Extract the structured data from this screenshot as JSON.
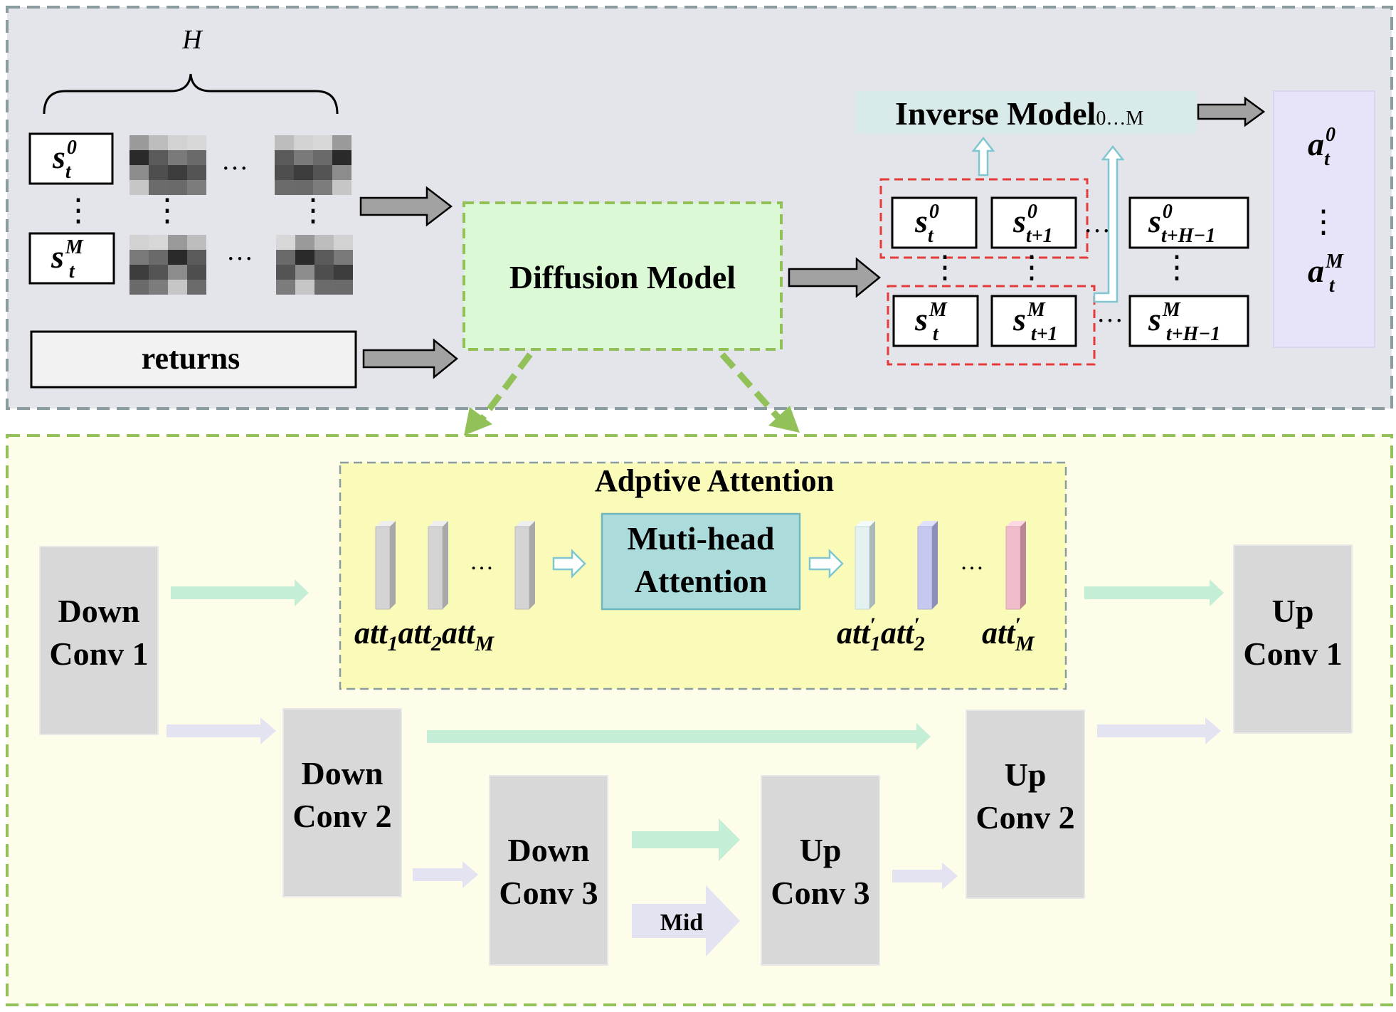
{
  "top": {
    "horizon_label": "H",
    "state_sym": "s",
    "state_rows": [
      {
        "sub": "t",
        "sup": "0"
      },
      {
        "sub": "t",
        "sup": "M"
      }
    ],
    "ellipsis": "…",
    "vdots": "⋮",
    "returns_label": "returns",
    "diffusion_label": "Diffusion Model",
    "inverse_label": "Inverse Model",
    "inverse_sub": "0…M",
    "output_states": [
      {
        "sub": "t",
        "sup": "0"
      },
      {
        "sub": "t+1",
        "sup": "0"
      },
      {
        "sub": "t+H−1",
        "sup": "0"
      },
      {
        "sub": "t",
        "sup": "M"
      },
      {
        "sub": "t+1",
        "sup": "M"
      },
      {
        "sub": "t+H−1",
        "sup": "M"
      }
    ],
    "actions": {
      "sym": "a",
      "top": {
        "sub": "t",
        "sup": "0"
      },
      "bottom": {
        "sub": "t",
        "sup": "M"
      }
    }
  },
  "bottom": {
    "attention_title": "Adptive Attention",
    "mha_line1": "Muti-head",
    "mha_line2": "Attention",
    "att_sym": "att",
    "att_inputs": [
      {
        "sub": "1"
      },
      {
        "sub": "2"
      },
      {
        "sub": "M"
      }
    ],
    "att_outputs": [
      {
        "sub": "1",
        "prime": "′"
      },
      {
        "sub": "2",
        "prime": "′"
      },
      {
        "sub": "M",
        "prime": "′"
      }
    ],
    "blocks": {
      "down1": {
        "l1": "Down",
        "l2": "Conv 1"
      },
      "down2": {
        "l1": "Down",
        "l2": "Conv 2"
      },
      "down3": {
        "l1": "Down",
        "l2": "Conv 3"
      },
      "up3": {
        "l1": "Up",
        "l2": "Conv 3"
      },
      "up2": {
        "l1": "Up",
        "l2": "Conv 2"
      },
      "up1": {
        "l1": "Up",
        "l2": "Conv 1"
      }
    },
    "mid_label": "Mid"
  },
  "colors": {
    "top_panel_bg": "#e4e5ea",
    "top_panel_border": "#8a9ca0",
    "bottom_panel_bg": "#fdfde9",
    "bottom_panel_border": "#92c15a",
    "diffusion_bg": "#dcf9d6",
    "attention_bg": "#fbfbb9",
    "mha_bg": "#acdbdc",
    "inverse_bg": "#d9eaea",
    "action_bg": "#e7e3f8",
    "conv_block": "#d8d8d8",
    "green_arrow": "#c5eed7",
    "lilac_arrow": "#e3e3f1",
    "gray_arrow": "#a2a2a2",
    "red_dash": "#e53b3b"
  }
}
